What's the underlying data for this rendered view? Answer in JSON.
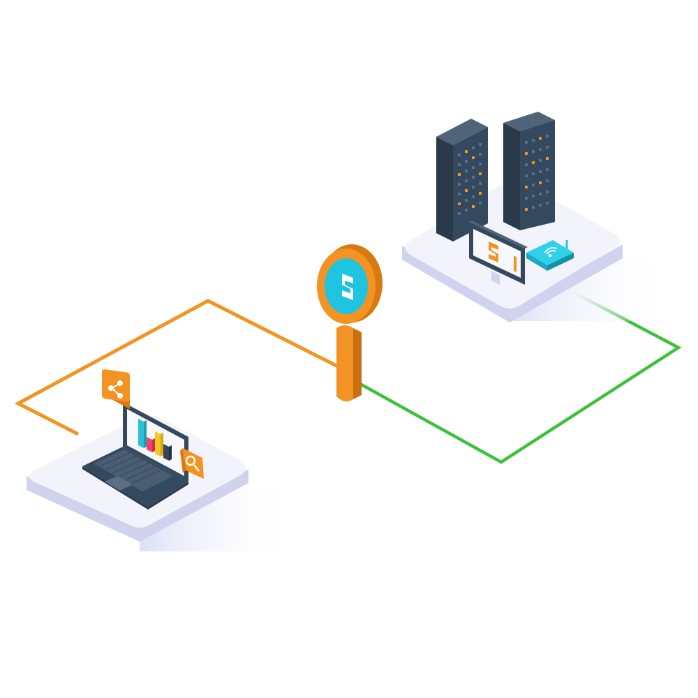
{
  "colors": {
    "background": "#ffffff",
    "orange": "#f39323",
    "orange_dark": "#d87a12",
    "green": "#3cc13b",
    "cyan": "#1ec4e0",
    "navy": "#34495e",
    "navy_dark": "#2b3a4a",
    "platform_top": "#f3f4fb",
    "platform_side": "#cfd3ee",
    "chart_red": "#f0446a",
    "chart_yellow": "#f7c623",
    "chart_teal": "#2bc2d6"
  },
  "nodes": [
    {
      "id": "laptop-node",
      "icons": [
        "laptop-icon",
        "share-icon",
        "search-icon",
        "bar-chart-icon"
      ]
    },
    {
      "id": "inspector-node",
      "icons": [
        "magnifier-icon",
        "s-logo-icon"
      ]
    },
    {
      "id": "datacenter-node",
      "icons": [
        "server-rack-icon",
        "monitor-icon",
        "wifi-router-icon",
        "s-logo-icon"
      ]
    }
  ],
  "connections": [
    {
      "from": "laptop-node",
      "to": "inspector-node",
      "color_key": "orange"
    },
    {
      "from": "inspector-node",
      "to": "datacenter-node",
      "color_key": "green"
    }
  ]
}
